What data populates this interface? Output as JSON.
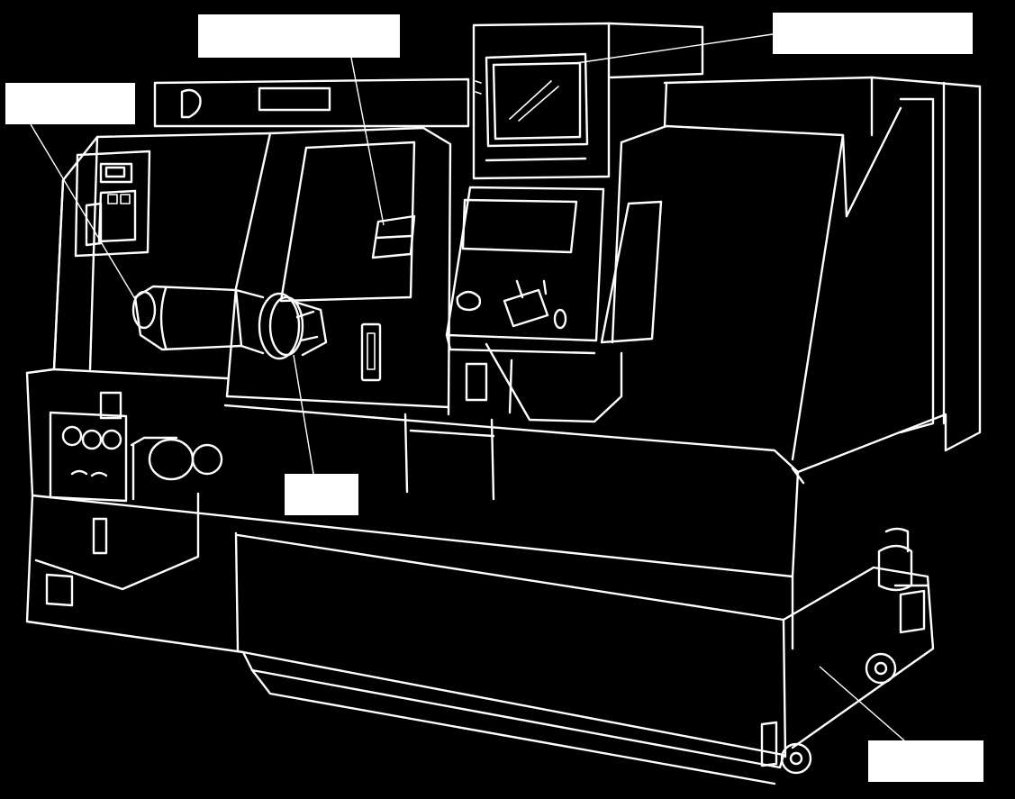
{
  "colors": {
    "background": "#000000",
    "line": "#ffffff",
    "callout_fill": "#ffffff"
  },
  "callouts": [
    {
      "id": "top-center",
      "text": ""
    },
    {
      "id": "top-right",
      "text": ""
    },
    {
      "id": "top-left",
      "text": ""
    },
    {
      "id": "middle-center",
      "text": ""
    },
    {
      "id": "bottom-right",
      "text": ""
    }
  ]
}
